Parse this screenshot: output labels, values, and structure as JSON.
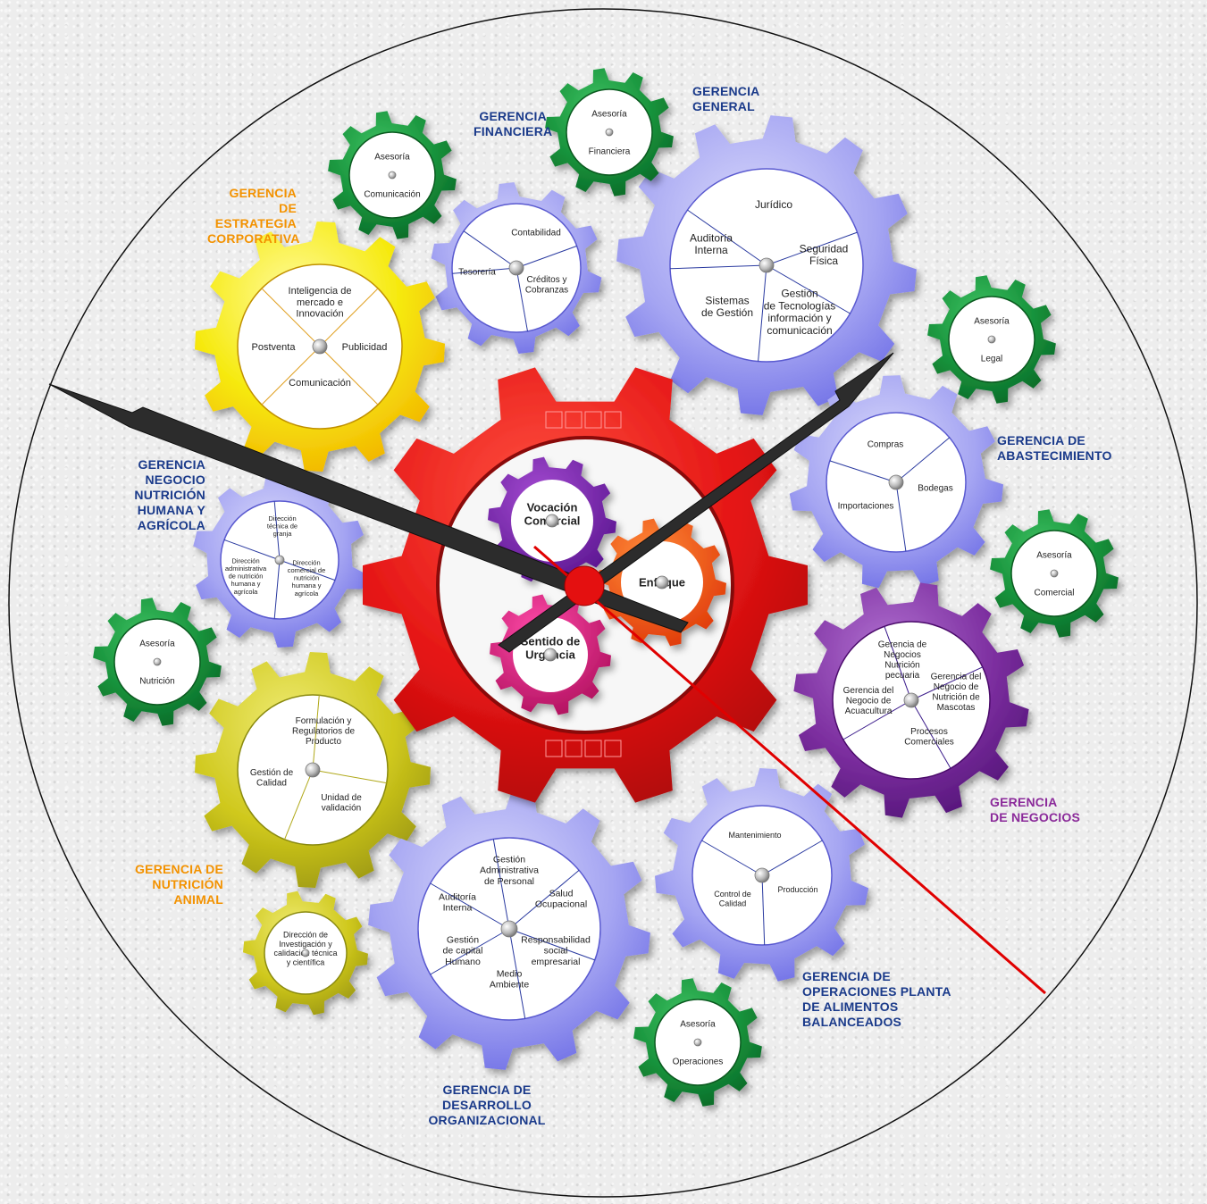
{
  "colors": {
    "general": "#a9a8f0",
    "accent_blue": "#1a3a8a",
    "accent_orange": "#f39200",
    "accent_purple": "#8b2a9a",
    "yellow": "#f3e21a",
    "olive": "#c8c21a",
    "green": "#1a8a3a",
    "violet": "#7b2f9e",
    "red": "#e01010",
    "magenta": "#d41c7a",
    "orange_red": "#f04a10"
  },
  "titles": {
    "gerencia_general": "GERENCIA\nGENERAL",
    "gerencia_financiera": "GERENCIA\nFINANCIERA",
    "gerencia_estrategia": "GERENCIA\nDE ESTRATEGIA\nCORPORATIVA",
    "gerencia_abastecimiento": "GERENCIA DE\nABASTECIMIENTO",
    "gerencia_nutricion_humana": "GERENCIA\nNEGOCIO NUTRICIÓN\nHUMANA Y AGRÍCOLA",
    "gerencia_negocios": "GERENCIA\nDE NEGOCIOS",
    "gerencia_nutricion_animal": "GERENCIA DE\nNUTRICIÓN\nANIMAL",
    "gerencia_operaciones": "GERENCIA DE\nOPERACIONES PLANTA\nDE ALIMENTOS\nBALANCEADOS",
    "gerencia_desarrollo": "GERENCIA DE\nDESARROLLO\nORGANIZACIONAL"
  },
  "gears": {
    "general": [
      "Jurídico",
      "Seguridad\nFísica",
      "Gestión\nde Tecnologías\ninformación y\ncomunicación",
      "Sistemas\nde Gestión",
      "Auditoría\nInterna"
    ],
    "financiera": [
      "Contabilidad",
      "Créditos y\nCobranzas",
      "Tesorería"
    ],
    "estrategia": [
      "Inteligencia de\nmercado e\nInnovación",
      "Publicidad",
      "Comunicación",
      "Postventa"
    ],
    "abastecimiento": [
      "Compras",
      "Bodegas",
      "Importaciones"
    ],
    "nutricion_humana": [
      "Dirección\ntécnica de\ngranja",
      "Dirección\ncomercial de\nnutrición\nhumana y\nagrícola",
      "Dirección\nadministrativa\nde nutrición\nhumana y\nagrícola"
    ],
    "negocios": [
      "Gerencia de\nNegocios\nNutrición\npecuaria",
      "Gerencia del\nNegocio de\nNutrición de\nMascotas",
      "Procesos\nComerciales",
      "Gerencia del\nNegocio de\nAcuacultura"
    ],
    "nutricion_animal": [
      "Formulación y\nRegulatorios de\nProducto",
      "Unidad de\nvalidación",
      "Gestión de\nCalidad"
    ],
    "operaciones": [
      "Mantenimiento",
      "Producción",
      "Control de\nCalidad"
    ],
    "desarrollo": [
      "Gestión\nAdministrativa\nde Personal",
      "Salud\nOcupacional",
      "Responsabilidad\nsocial\nempresarial",
      "Medio\nAmbiente",
      "Gestión\nde capital\nHumano",
      "Auditoría\nInterna"
    ],
    "investigacion": "Dirección de\nInvestigación y\n\ncalidación técnica\ny científica"
  },
  "advisory": {
    "comunicacion": {
      "top": "Asesoría",
      "bottom": "Comunicación"
    },
    "financiera": {
      "top": "Asesoría",
      "bottom": "Financiera"
    },
    "legal": {
      "top": "Asesoría",
      "bottom": "Legal"
    },
    "comercial": {
      "top": "Asesoría",
      "bottom": "Comercial"
    },
    "nutricion": {
      "top": "Asesoría",
      "bottom": "Nutrición"
    },
    "operaciones": {
      "top": "Asesoría",
      "bottom": "Operaciones"
    }
  },
  "center": {
    "vocacion": "Vocación\n\nComercial",
    "enfoque": "Enfoque",
    "urgencia": "Sentido de\n\nUrgencia"
  }
}
